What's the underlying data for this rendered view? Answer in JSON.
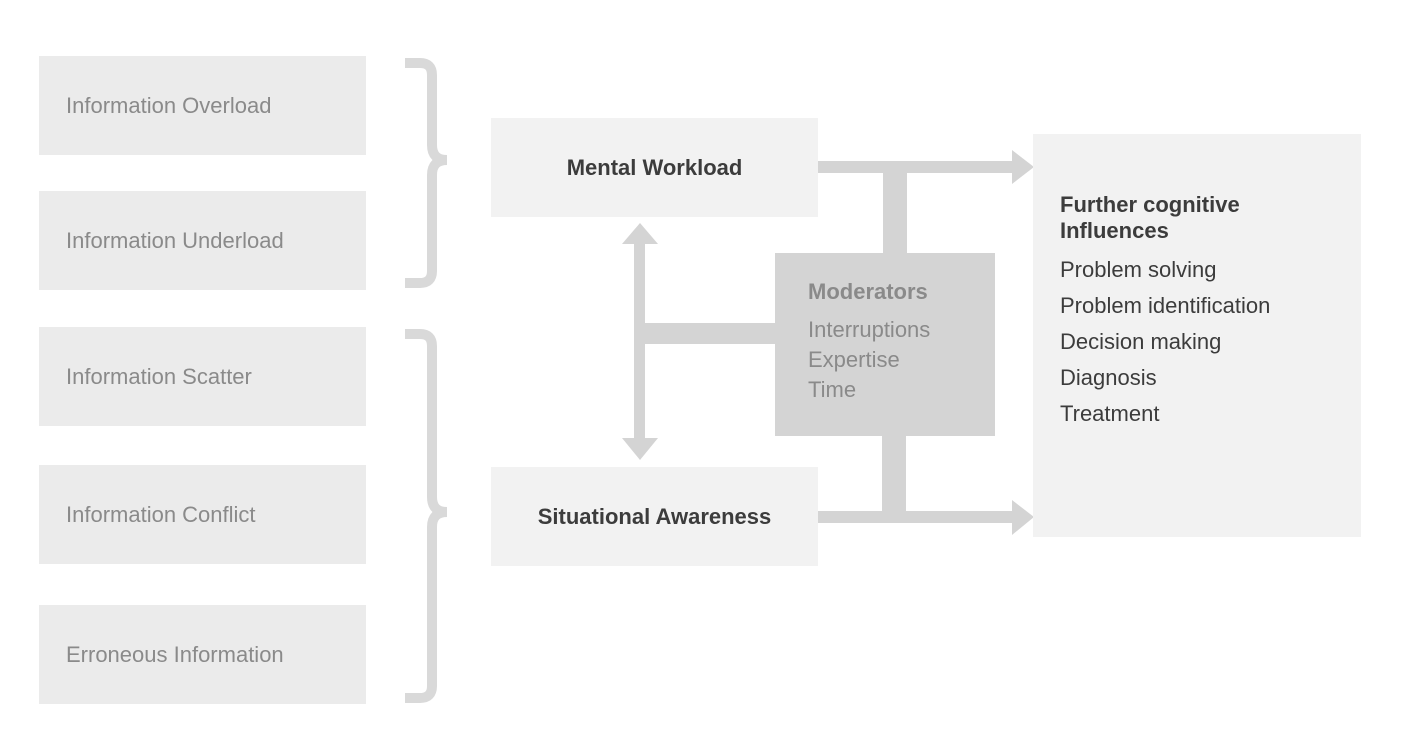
{
  "colors": {
    "source_box": "#ebebeb",
    "process_box": "#f2f2f2",
    "moderator_box": "#d4d4d4",
    "connector": "#d4d4d4",
    "muted_text": "#8a8a8a",
    "dark_text": "#3c3c3c"
  },
  "sources": [
    {
      "label": "Information Overload"
    },
    {
      "label": "Information Underload"
    },
    {
      "label": "Information Scatter"
    },
    {
      "label": "Information Conflict"
    },
    {
      "label": "Erroneous Information"
    }
  ],
  "brace_groups": [
    {
      "members": [
        "Information Overload",
        "Information Underload"
      ],
      "target": "Mental Workload"
    },
    {
      "members": [
        "Information Scatter",
        "Information Conflict",
        "Erroneous Information"
      ],
      "target": "Situational Awareness"
    }
  ],
  "mental_workload": {
    "label": "Mental Workload"
  },
  "situational_awareness": {
    "label": "Situational Awareness"
  },
  "moderators": {
    "title": "Moderators",
    "items": [
      "Interruptions",
      "Expertise",
      "Time"
    ]
  },
  "further": {
    "title": "Further cognitive Influences",
    "items": [
      "Problem solving",
      "Problem identification",
      "Decision making",
      "Diagnosis",
      "Treatment"
    ]
  },
  "edges": [
    {
      "from": "Mental Workload",
      "to": "Situational Awareness",
      "type": "bidirectional"
    },
    {
      "from": "Moderators",
      "to": "Mental Workload / Situational Awareness link",
      "type": "moderates"
    },
    {
      "from": "Mental Workload",
      "to": "Further cognitive Influences",
      "type": "arrow"
    },
    {
      "from": "Situational Awareness",
      "to": "Further cognitive Influences",
      "type": "arrow"
    },
    {
      "from": "Moderators",
      "to": "Mental Workload arrow",
      "type": "moderates"
    },
    {
      "from": "Moderators",
      "to": "Situational Awareness arrow",
      "type": "moderates"
    }
  ]
}
